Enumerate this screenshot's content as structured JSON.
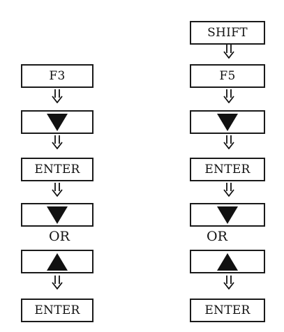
{
  "left_sequence": {
    "steps": [
      {
        "type": "key",
        "label": "F3"
      },
      {
        "type": "key",
        "icon": "down-triangle-icon"
      },
      {
        "type": "key",
        "label": "ENTER"
      },
      {
        "type": "key",
        "icon": "down-triangle-icon"
      },
      {
        "type": "separator",
        "label": "OR"
      },
      {
        "type": "key",
        "icon": "up-triangle-icon"
      },
      {
        "type": "key",
        "label": "ENTER"
      }
    ]
  },
  "right_sequence": {
    "steps": [
      {
        "type": "key",
        "label": "SHIFT"
      },
      {
        "type": "key",
        "label": "F5"
      },
      {
        "type": "key",
        "icon": "down-triangle-icon"
      },
      {
        "type": "key",
        "label": "ENTER"
      },
      {
        "type": "key",
        "icon": "down-triangle-icon"
      },
      {
        "type": "separator",
        "label": "OR"
      },
      {
        "type": "key",
        "icon": "up-triangle-icon"
      },
      {
        "type": "key",
        "label": "ENTER"
      }
    ]
  },
  "connector_icon": "double-down-arrow-icon"
}
